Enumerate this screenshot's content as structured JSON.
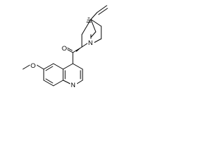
{
  "molecule": {
    "atoms": {
      "carbonyl_oxygen": "O",
      "ring_nitrogen": "N",
      "quinoline_nitrogen": "N",
      "ether_oxygen": "O"
    },
    "stereo_marks": [
      "wedge",
      "hash"
    ],
    "colors": {
      "ink": "#000000",
      "background": "#ffffff"
    }
  }
}
